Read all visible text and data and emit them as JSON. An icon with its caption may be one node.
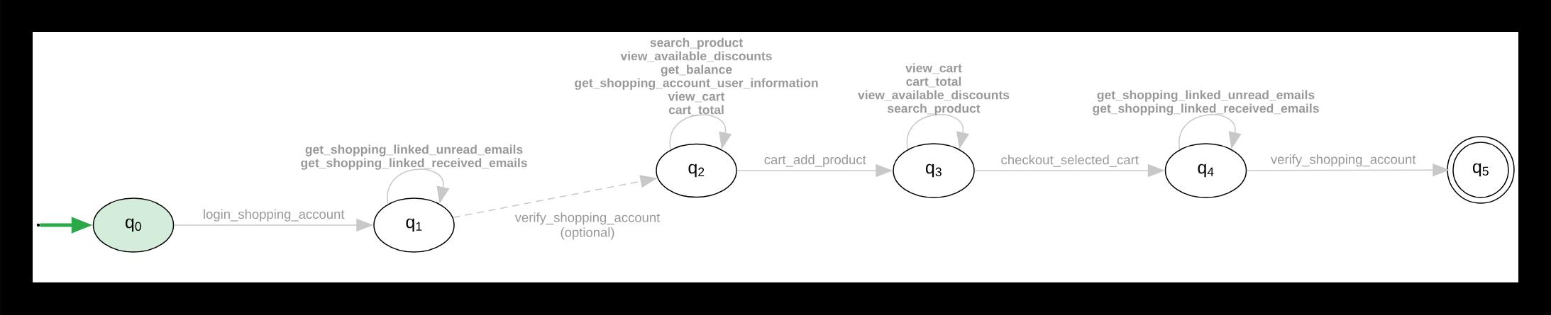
{
  "diagram": {
    "nodes": [
      {
        "text": [],
        "shape": "dot"
      },
      {
        "text": [
          "q$_{0}$"
        ]
      },
      {
        "text": [
          "q$_{1}$"
        ]
      },
      {
        "text": [
          "q$_{2}$"
        ]
      },
      {
        "text": [
          "q$_{3}$"
        ]
      },
      {
        "text": [
          "q$_{4}$"
        ]
      },
      {
        "text": [
          "q$_{5}$"
        ]
      }
    ],
    "edges": [
      {
        "from": 0,
        "to": 1,
        "arrow": "to",
        "style": "thick",
        "color": "#2aa84a"
      },
      {
        "from": 1,
        "to": 2,
        "arrow": "to",
        "label": "login_shopping_account"
      },
      {
        "from": 2,
        "to": 2,
        "arrow": "to",
        "label": "get_shopping_linked_unread_emails get_shopping_linked_received_emails"
      },
      {
        "from": 2,
        "to": 3,
        "arrow": "to",
        "label": "verify_shopping_account (optional)",
        "style": "dashed"
      },
      {
        "from": 3,
        "to": 3,
        "arrow": "to",
        "label": "search_product view_available_discounts get_balance get_shopping_account_user_information view_cart cart_total"
      },
      {
        "from": 3,
        "to": 4,
        "arrow": "to",
        "label": "cart_add_product"
      },
      {
        "from": 4,
        "to": 4,
        "arrow": "to",
        "label": "view_cart cart_total view_available_discounts search_product"
      },
      {
        "from": 4,
        "to": 5,
        "arrow": "to",
        "label": "checkout_selected_cart"
      },
      {
        "from": 5,
        "to": 5,
        "arrow": "to",
        "label": "get_shopping_linked_unread_emails get_shopping_linked_received_emails"
      },
      {
        "from": 5,
        "to": 6,
        "arrow": "to",
        "label": "verify_shopping_account"
      }
    ]
  }
}
